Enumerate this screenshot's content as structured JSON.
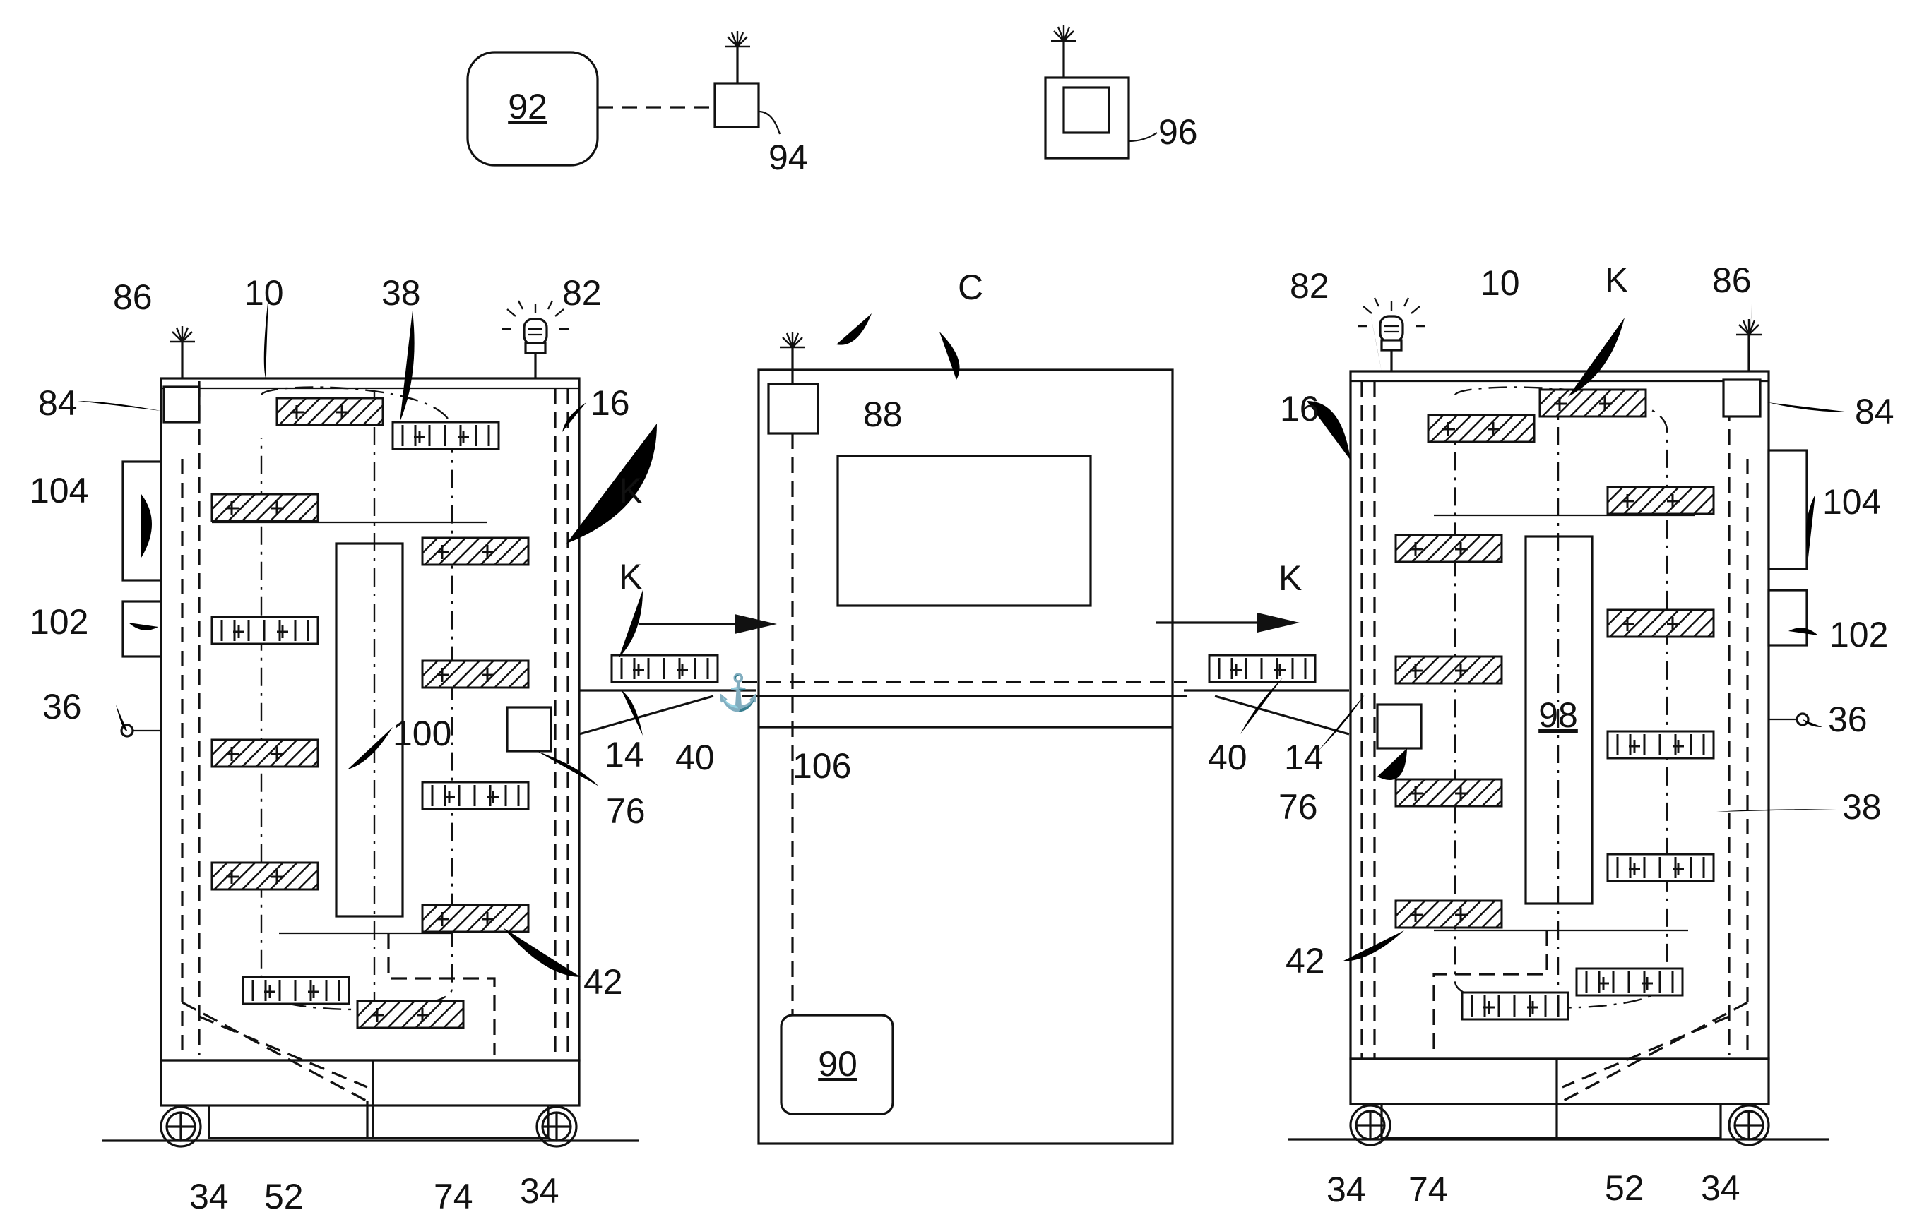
{
  "labels": {
    "n92": "92",
    "n94": "94",
    "n96": "96",
    "n10": "10",
    "n16": "16",
    "n38": "38",
    "n82": "82",
    "n84": "84",
    "n86": "86",
    "n104": "104",
    "n102": "102",
    "n36": "36",
    "nK": "K",
    "n100": "100",
    "n76": "76",
    "n14": "14",
    "n40": "40",
    "n106": "106",
    "n42": "42",
    "n34": "34",
    "n52": "52",
    "n74": "74",
    "nC": "C",
    "n88": "88",
    "n90": "90",
    "n98": "98"
  }
}
